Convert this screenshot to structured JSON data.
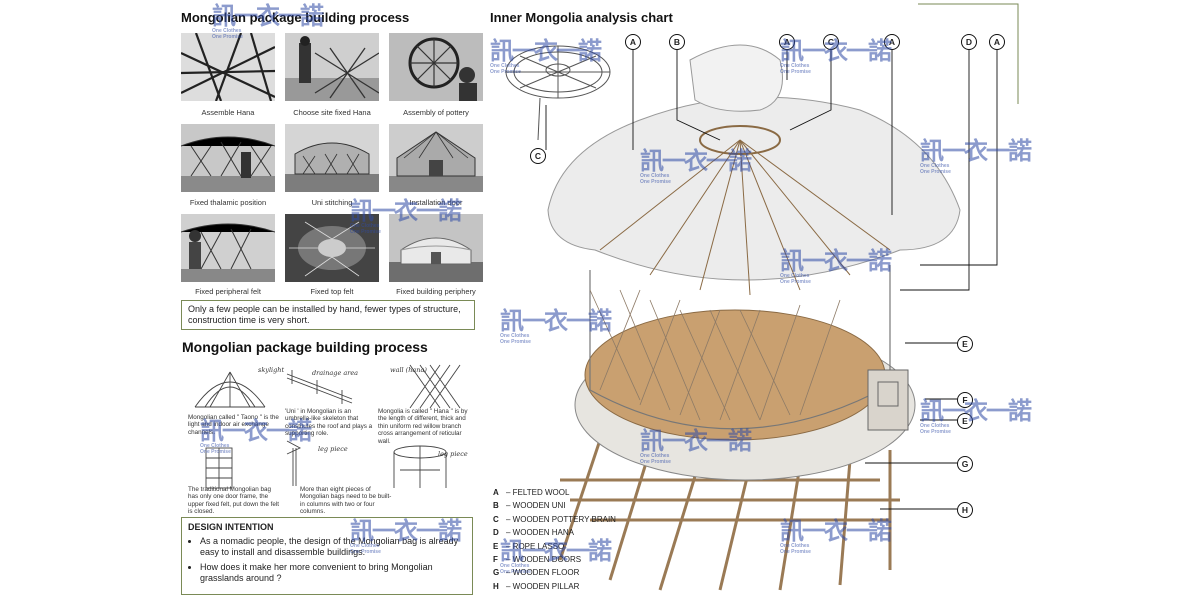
{
  "left": {
    "title_top": "Mongolian package building process",
    "photos": [
      {
        "caption": "Assemble Hana"
      },
      {
        "caption": "Choose site fixed Hana"
      },
      {
        "caption": "Assembly of pottery"
      },
      {
        "caption": "Fixed thalamic position"
      },
      {
        "caption": "Uni stitching"
      },
      {
        "caption": "Installation door"
      },
      {
        "caption": "Fixed peripheral felt"
      },
      {
        "caption": "Fixed top felt"
      },
      {
        "caption": "Fixed building periphery"
      }
    ],
    "note": "Only a few people can be installed by hand, fewer types of structure, construction time is very short.",
    "title_sketch": "Mongolian package building process",
    "sketches": [
      {
        "text": "Mongolian called \" Taono \" is the light and indoor air exchange channels."
      },
      {
        "text": "'Uni ' in Mongolian is an umbrella-like skeleton that constitutes the roof and plays a supporting role."
      },
      {
        "text": "Mongolia is called \" Hana \" is by the length of different, thick and thin uniform red willow branch cross arrangement of reticular wall."
      },
      {
        "text": "The traditional Mongolian bag has only one door frame, the upper fixed felt, put down the felt is closed."
      },
      {
        "text": "More than eight pieces of Mongolian bags need to be built-in columns with two or four columns."
      }
    ],
    "hand_notes": [
      "skylight",
      "drainage area",
      "wall (hana)",
      "leg piece",
      "leg piece"
    ],
    "design": {
      "title": "DESIGN INTENTION",
      "bullets": [
        "As a nomadic people, the design of the Mongolian bag is already easy to install and disassemble buildings.",
        "How does it make her more convenient to bring Mongolian grasslands around ?"
      ]
    }
  },
  "right": {
    "title": "Inner Mongolia analysis chart",
    "callout_labels": [
      "A",
      "B",
      "A",
      "C",
      "A",
      "D",
      "A",
      "C",
      "E",
      "F",
      "E",
      "G",
      "H"
    ],
    "legend": [
      {
        "key": "A",
        "label": "FELTED WOOL"
      },
      {
        "key": "B",
        "label": "WOODEN UNI"
      },
      {
        "key": "C",
        "label": "WOODEN POTTERY BRAIN"
      },
      {
        "key": "D",
        "label": "WOODEN HANA"
      },
      {
        "key": "E",
        "label": "ROPE LASSO"
      },
      {
        "key": "F",
        "label": "WOODEN DOORS"
      },
      {
        "key": "G",
        "label": "WOODEN FLOOR"
      },
      {
        "key": "H",
        "label": "WOODEN PILLAR"
      }
    ]
  },
  "watermark": {
    "glyphs": "訊一衣一諾",
    "line1": "One Clothes",
    "line2": "One Promise"
  },
  "colors": {
    "frame": "#7a8a56",
    "watermark": "#2f4ba6",
    "floor": "#c9a070",
    "wood": "#b58a5c"
  }
}
